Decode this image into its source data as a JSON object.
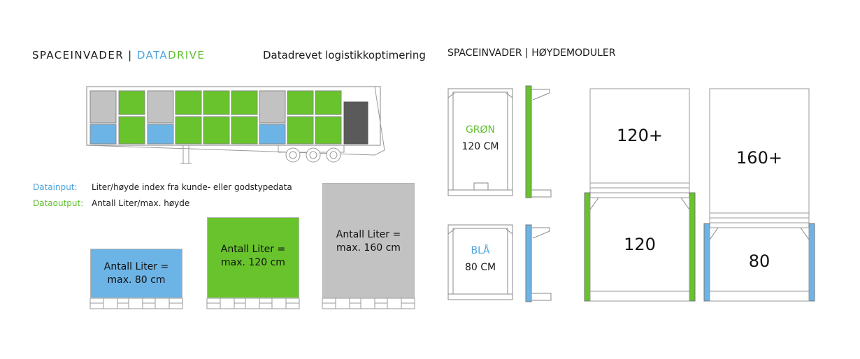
{
  "header": {
    "brand_left": "SPACEINVADER | ",
    "brand_data": "DATA",
    "brand_drive": "DRIVE",
    "subtitle": "Datadrevet logistikkoptimering",
    "brand_right": "SPACEINVADER | HØYDEMODULER"
  },
  "legend": {
    "input_key": "Datainput:",
    "input_value": "Liter/høyde index fra kunde- eller godstypedata",
    "output_key": "Dataoutput:",
    "output_value": "Antall Liter/max. høyde"
  },
  "boxes": [
    {
      "line1": "Antall Liter =",
      "line2": "max. 80 cm",
      "color": "#6cb4e6"
    },
    {
      "line1": "Antall Liter =",
      "line2": "max. 120 cm",
      "color": "#68c32c"
    },
    {
      "line1": "Antall Liter =",
      "line2": "max. 160 cm",
      "color": "#c2c2c2"
    }
  ],
  "modules": {
    "green_name": "GRØN",
    "green_height": "120 CM",
    "blue_name": "BLÅ",
    "blue_height": "80 CM"
  },
  "stacks": {
    "a_top": "120+",
    "a_bottom": "120",
    "b_top": "160+",
    "b_bottom": "80"
  },
  "colors": {
    "green": "#68c32c",
    "blue": "#6cb4e6",
    "gray": "#c2c2c2",
    "dark": "#5a5a5a"
  }
}
